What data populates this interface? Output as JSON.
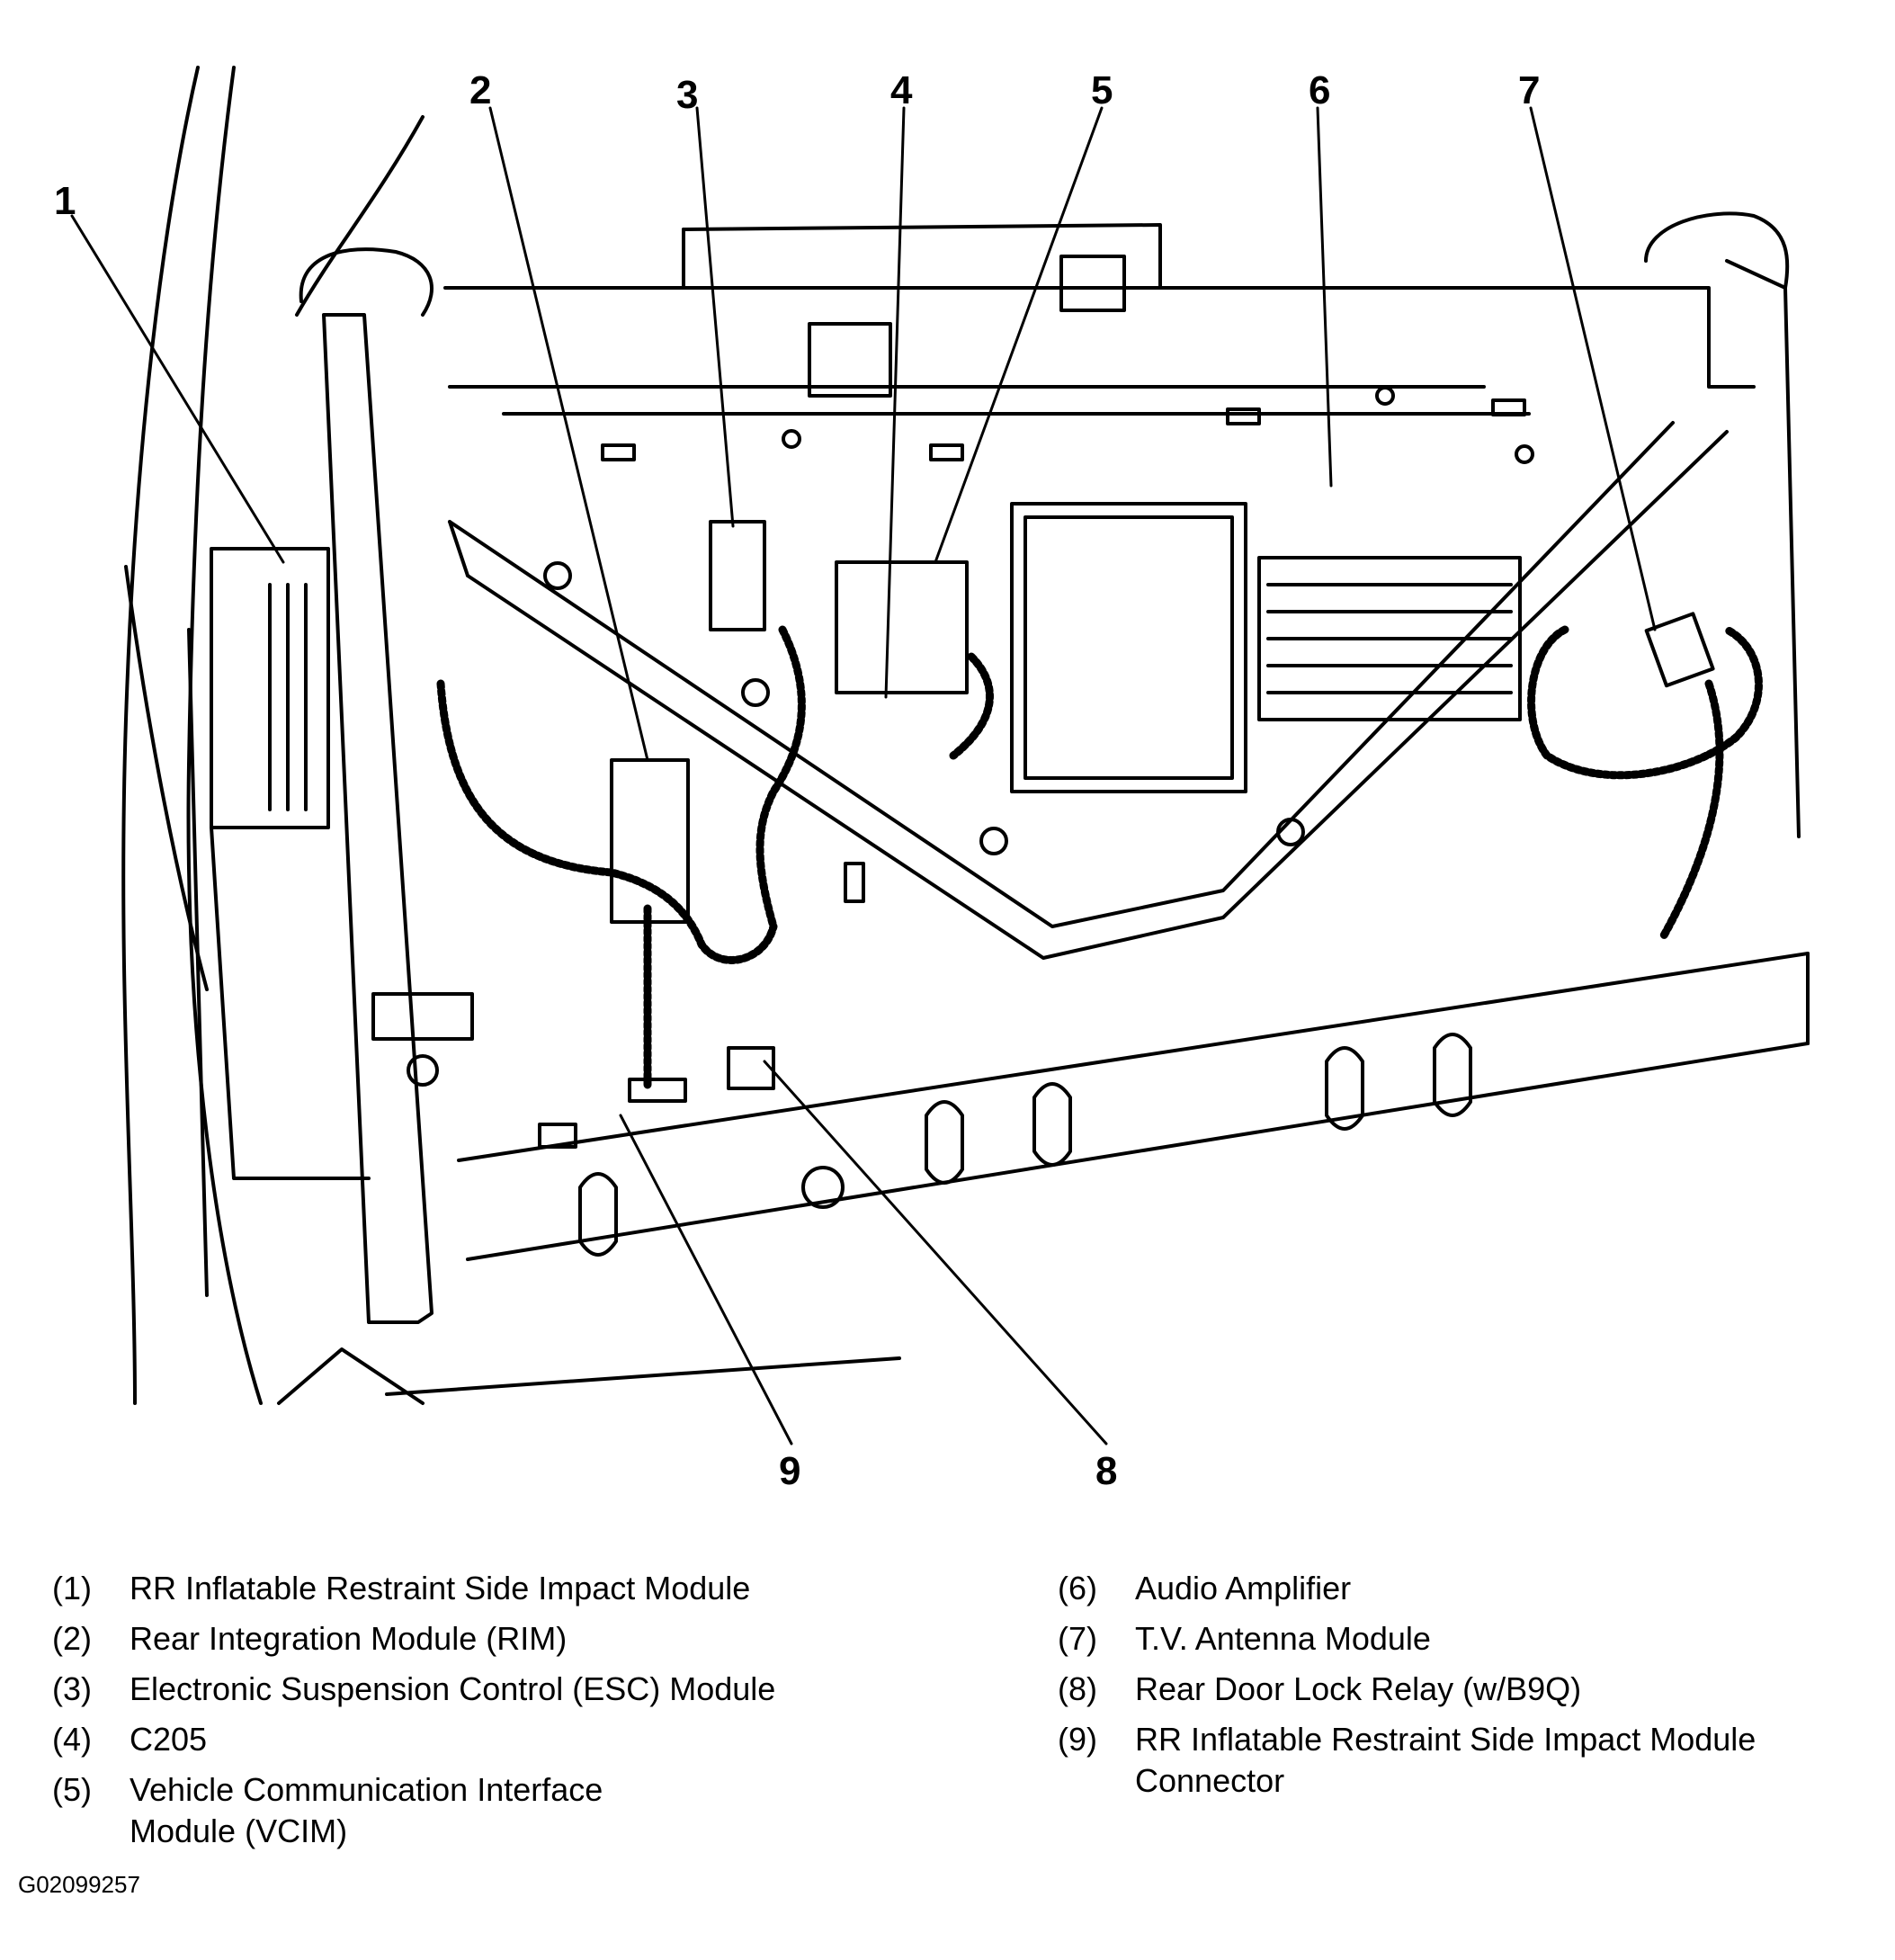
{
  "callouts": {
    "c1": "1",
    "c2": "2",
    "c3": "3",
    "c4": "4",
    "c5": "5",
    "c6": "6",
    "c7": "7",
    "c8": "8",
    "c9": "9"
  },
  "legend": {
    "left": [
      {
        "num": "(1)",
        "text": "RR Inflatable Restraint Side Impact Module"
      },
      {
        "num": "(2)",
        "text": "Rear Integration Module (RIM)"
      },
      {
        "num": "(3)",
        "text": "Electronic Suspension Control (ESC) Module"
      },
      {
        "num": "(4)",
        "text": "C205"
      },
      {
        "num": "(5)",
        "text": "Vehicle Communication Interface Module (VCIM)"
      }
    ],
    "right": [
      {
        "num": "(6)",
        "text": "Audio Amplifier"
      },
      {
        "num": "(7)",
        "text": "T.V. Antenna Module"
      },
      {
        "num": "(8)",
        "text": "Rear Door Lock Relay (w/B9Q)"
      },
      {
        "num": "(9)",
        "text": "RR Inflatable Restraint Side Impact Module Connector"
      }
    ]
  },
  "figure_id": "G02099257"
}
